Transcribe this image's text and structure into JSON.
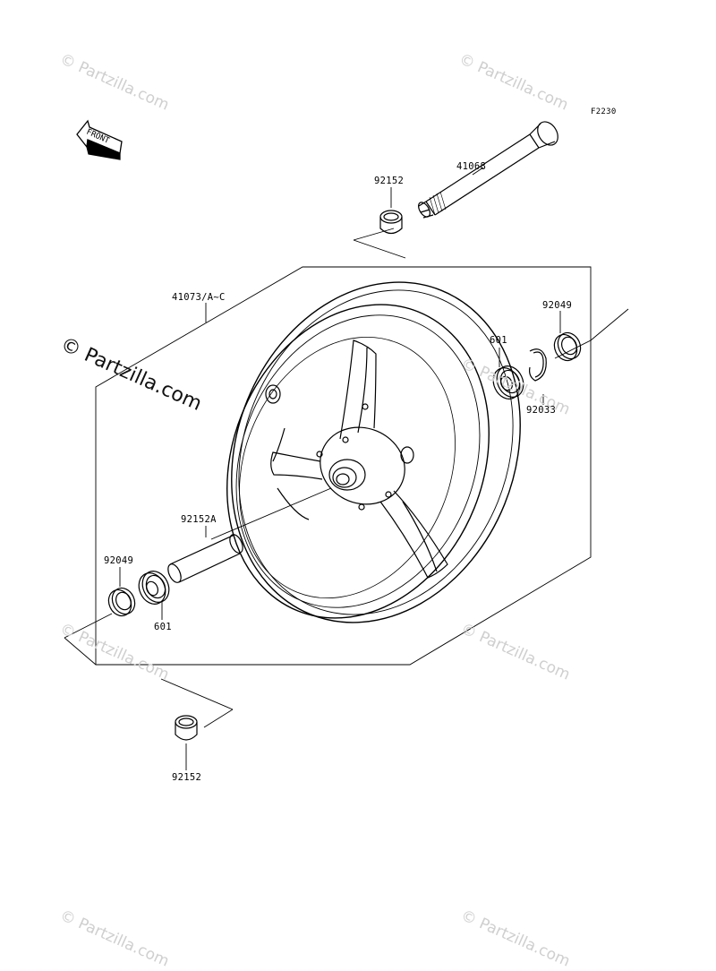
{
  "figure_code": "F2230",
  "front_marker": "FRONT",
  "parts": {
    "axle": "41068",
    "collar_top": "92152",
    "wheel": "41073/A~C",
    "seal_right": "92049",
    "bearing_right": "601",
    "circlip": "92033",
    "spacer": "92152A",
    "seal_left": "92049",
    "bearing_left": "601",
    "collar_bottom": "92152"
  },
  "watermarks": {
    "light": "© Partzilla.com",
    "main": "© Partzilla.com"
  },
  "colors": {
    "line": "#000000",
    "watermark": "#cfcfcf"
  }
}
